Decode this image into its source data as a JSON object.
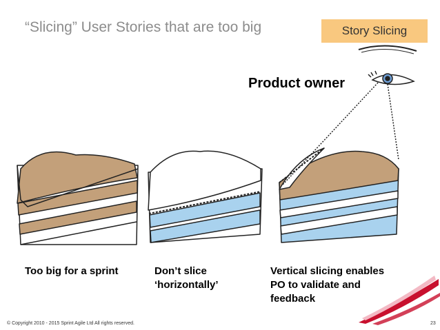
{
  "slide": {
    "title": "“Slicing” User Stories that are too big",
    "tag": "Story Slicing",
    "product_owner": "Product owner",
    "captions": {
      "left_1": "Too big for a sprint",
      "middle_1": "Don’t slice",
      "middle_2": "‘horizontally’",
      "right_1": "Vertical slicing enables",
      "right_2": "PO to validate and",
      "right_3": "feedback"
    },
    "footer": "© Copyright 2010 - 2015 Sprint Agile Ltd All rights reserved.",
    "page_number": "23"
  },
  "colors": {
    "frosting": "#c3a07a",
    "sponge": "#ffffff",
    "blue_layer": "#a9d2ee",
    "tag_bg": "#f9c87f",
    "title_gray": "#8c8c8c",
    "swoosh_red": "#c8102e",
    "swoosh_pink": "#f3b9c4",
    "eye_blue": "#6f9fd6"
  },
  "icons": [
    "eye-icon",
    "cake-slice",
    "logo-swoosh"
  ]
}
